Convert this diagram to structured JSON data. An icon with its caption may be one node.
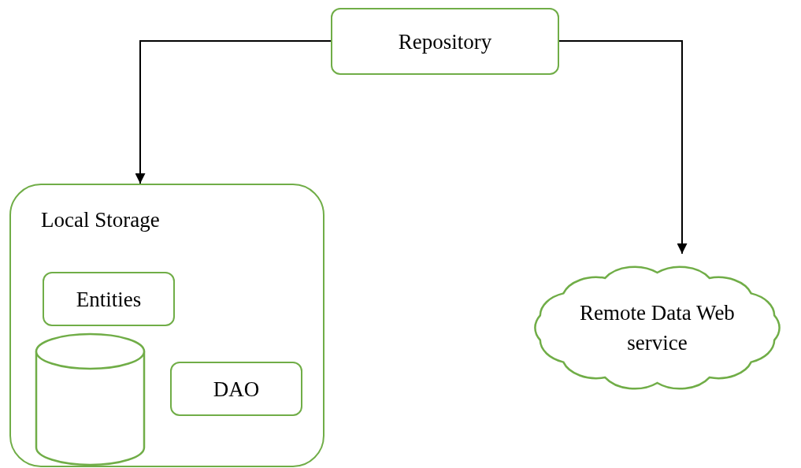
{
  "diagram": {
    "nodes": [
      {
        "text": [
          "Repository"
        ]
      },
      {
        "text": [
          "Local Storage"
        ]
      },
      {
        "text": [
          "Entities"
        ],
        "in": 1
      },
      {
        "text": [],
        "shape": "cylinder",
        "in": 1
      },
      {
        "text": [
          "DAO"
        ],
        "in": 1
      },
      {
        "text": [
          "Remote Data Web service"
        ]
      }
    ],
    "edges": [
      {
        "from": 0,
        "to": 1,
        "arrow": "to"
      },
      {
        "from": 0,
        "to": 5,
        "arrow": "to"
      }
    ]
  }
}
